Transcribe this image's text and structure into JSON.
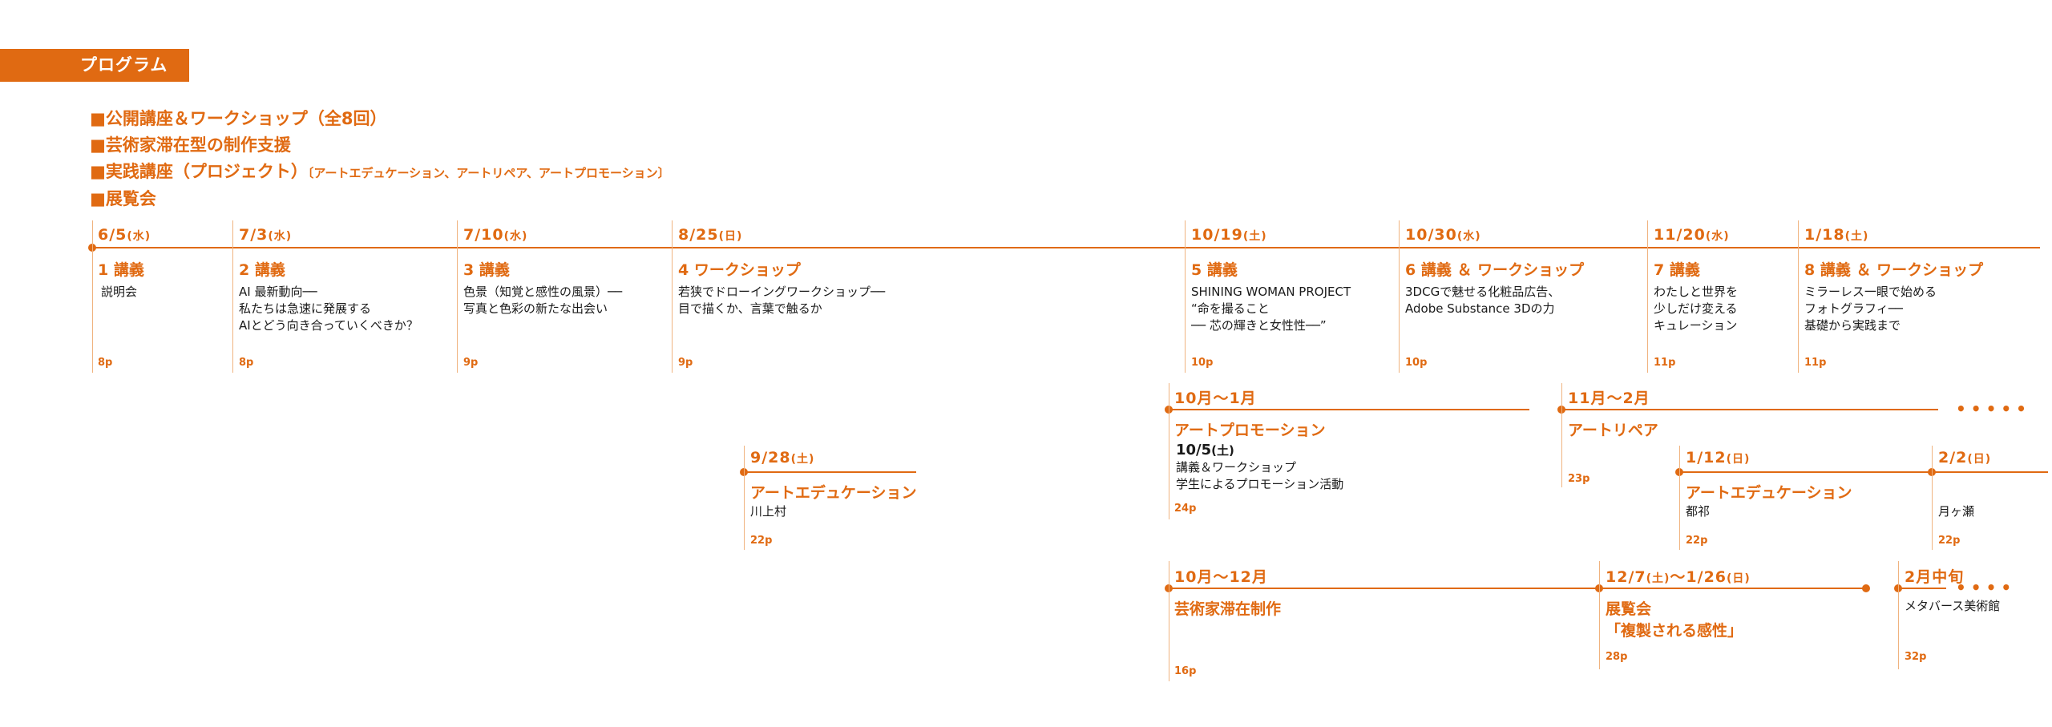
{
  "header": {
    "title": "プログラム"
  },
  "categories": [
    {
      "label": "■公開講座＆ワークショップ（全8回）"
    },
    {
      "label": "■芸術家滞在型の制作支援"
    },
    {
      "label": "■実践講座（プロジェクト）",
      "sub": "〔アートエデュケーション、アートリペア、アートプロモーション〕"
    },
    {
      "label": "■展覧会"
    }
  ],
  "lectures": [
    {
      "date": "6/5",
      "day": "(水)",
      "num": "1 講義",
      "lines": [
        "説明会"
      ],
      "page": "8p"
    },
    {
      "date": "7/3",
      "day": "(水)",
      "num": "2 講義",
      "lines": [
        "AI 最新動向──",
        "私たちは急速に発展する",
        "AIとどう向き合っていくべきか？"
      ],
      "page": "8p"
    },
    {
      "date": "7/10",
      "day": "(水)",
      "num": "3 講義",
      "lines": [
        "色景（知覚と感性の風景）──",
        "写真と色彩の新たな出会い"
      ],
      "page": "9p"
    },
    {
      "date": "8/25",
      "day": "(日)",
      "num": "4 ワークショップ",
      "lines": [
        "若狭でドローイングワークショップ──",
        "目で描くか、言葉で触るか"
      ],
      "page": "9p"
    },
    {
      "date": "10/19",
      "day": "(土)",
      "num": "5 講義",
      "lines": [
        "SHINING WOMAN PROJECT",
        "“命を撮ること",
        "── 芯の輝きと女性性──”"
      ],
      "page": "10p"
    },
    {
      "date": "10/30",
      "day": "(水)",
      "num": "6 講義 ＆ ワークショップ",
      "lines": [
        "3DCGで魅せる化粧品広告、",
        "Adobe Substance 3Dの力"
      ],
      "page": "10p"
    },
    {
      "date": "11/20",
      "day": "(水)",
      "num": "7 講義",
      "lines": [
        "わたしと世界を",
        "少しだけ変える",
        "キュレーション"
      ],
      "page": "11p"
    },
    {
      "date": "1/18",
      "day": "(土)",
      "num": "8 講義 ＆ ワークショップ",
      "lines": [
        "ミラーレス一眼で始める",
        "フォトグラフィ──",
        "基礎から実践まで"
      ],
      "page": "11p"
    }
  ],
  "practice": {
    "promo": {
      "date": "10月〜1月",
      "title": "アートプロモーション",
      "sub_date": "10/5",
      "sub_day": "(土)",
      "lines": [
        "講義＆ワークショップ",
        "学生によるプロモーション活動"
      ],
      "page": "24p"
    },
    "repair": {
      "date": "11月〜2月",
      "title": "アートリペア",
      "page": "23p"
    },
    "edu_kawakami": {
      "date": "9/28",
      "day": "(土)",
      "title": "アートエデュケーション",
      "place": "川上村",
      "page": "22p"
    },
    "edu_tsuge": {
      "date": "1/12",
      "day": "(日)",
      "title": "アートエデュケーション",
      "place": "都祁",
      "page": "22p"
    },
    "edu_tsukigase": {
      "date": "2/2",
      "day": "(日)",
      "place": "月ヶ瀬",
      "page": "22p"
    }
  },
  "residency": {
    "date": "10月〜12月",
    "title": "芸術家滞在制作",
    "page": "16p"
  },
  "exhibition": {
    "date": "12/7",
    "day1": "(土)",
    "to": "〜",
    "date2": "1/26",
    "day2": "(日)",
    "title": "展覧会",
    "subtitle": "「複製される感性」",
    "page": "28p"
  },
  "metaverse": {
    "date": "2月中旬",
    "place": "メタバース美術館",
    "page": "32p"
  },
  "colors": {
    "accent": "#e06a12"
  }
}
